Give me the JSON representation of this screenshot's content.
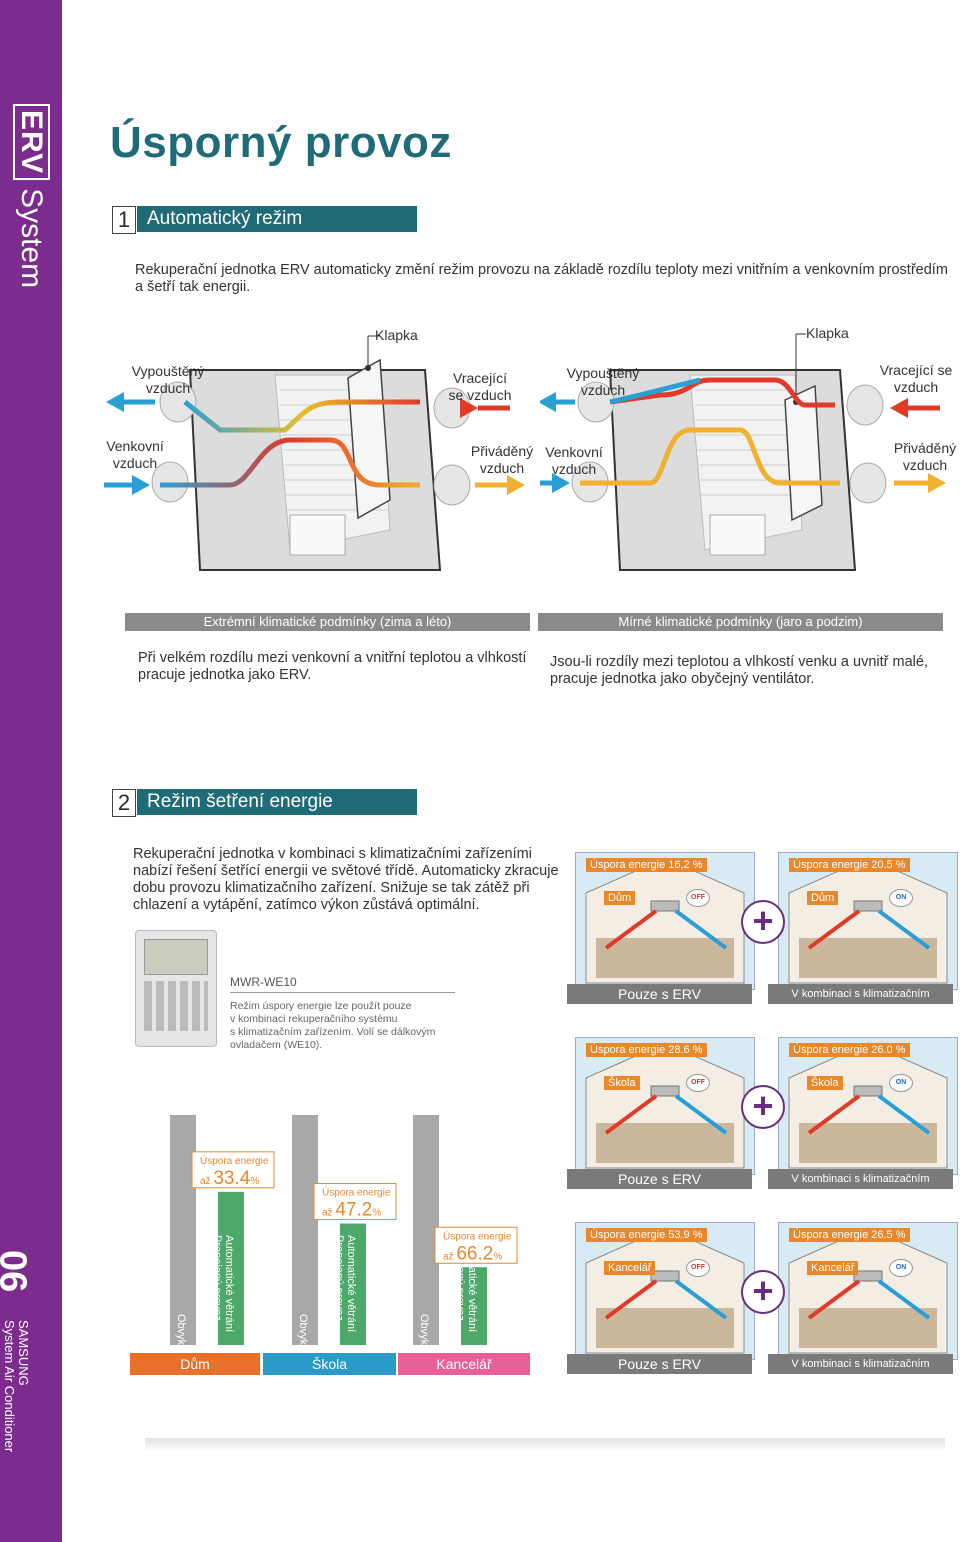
{
  "sidebar": {
    "logo": "ERV",
    "system": "System",
    "page_number": "06",
    "brand": "SAMSUNG",
    "tagline": "System Air Conditioner"
  },
  "page_title": "Úsporný provoz",
  "section1": {
    "number": "1",
    "title": "Automatický režim",
    "intro_line1": "Rekuperační jednotka ERV automaticky změní režim provozu na základě rozdílu teploty mezi vnitřním a venkovním prostředím",
    "intro_line2": "a šetří tak energii.",
    "diagram_left": {
      "klapka": "Klapka",
      "exhaust": [
        "Vypouštěný",
        "vzduch"
      ],
      "return": [
        "Vracející",
        "se vzduch"
      ],
      "outdoor": [
        "Venkovní",
        "vzduch"
      ],
      "supply": [
        "Přiváděný",
        "vzduch"
      ]
    },
    "diagram_right": {
      "klapka": "Klapka",
      "exhaust": [
        "Vypouštěný",
        "vzduch"
      ],
      "return": [
        "Vracející se",
        "vzduch"
      ],
      "outdoor": [
        "Venkovní",
        "vzduch"
      ],
      "supply": [
        "Přiváděný",
        "vzduch"
      ]
    },
    "condition_left": "Extrémní klimatické podmínky (zima a léto)",
    "condition_right": "Mírné klimatické podmínky (jaro a podzim)",
    "text_left": [
      "Při velkém rozdílu mezi venkovní a vnitřní teplotou a vlhkostí",
      "pracuje jednotka jako ERV."
    ],
    "text_right": [
      "Jsou-li rozdíly mezi teplotou a vlhkostí venku a uvnitř malé,",
      "pracuje jednotka jako obyčejný ventilátor."
    ]
  },
  "section2": {
    "number": "2",
    "title": "Režim šetření energie",
    "intro": [
      "Rekuperační jednotka v kombinaci s klimatizačními zařízeními",
      "nabízí řešení šetřící energii ve světové třídě. Automaticky zkracuje",
      "dobu provozu klimatizačního zařízení. Snižuje se tak zátěž při",
      "chlazení a vytápění, zatímco výkon zůstává optimální."
    ],
    "controller_model": "MWR-WE10",
    "controller_note": [
      "Režim úspory energie lze použít pouze",
      "v kombinaci rekuperačního systému",
      "s klimatizačním zařízením. Volí se dálkovým",
      "ovladačem (WE10)."
    ],
    "rows": [
      {
        "left": {
          "saving": "Úspora energie 16,2 %",
          "place": "Dům",
          "state": "OFF"
        },
        "right": {
          "saving": "Úspora energie 20.5 %",
          "place": "Dům",
          "state": "ON"
        },
        "caption_left": "Pouze s ERV",
        "caption_right": "V kombinaci s klimatizačním zařízením"
      },
      {
        "left": {
          "saving": "Úspora energie 28.6 %",
          "place": "Škola",
          "state": "OFF"
        },
        "right": {
          "saving": "Úspora energie 26.0 %",
          "place": "Škola",
          "state": "ON"
        },
        "caption_left": "Pouze s ERV",
        "caption_right": "V kombinaci s klimatizačním zařízením"
      },
      {
        "left": {
          "saving": "Úspora energie 53.9 %",
          "place": "Kancelář",
          "state": "OFF"
        },
        "right": {
          "saving": "Úspora energie 26.5 %",
          "place": "Kancelář",
          "state": "ON"
        },
        "caption_left": "Pouze s ERV",
        "caption_right": "V kombinaci s klimatizačním zařízením"
      }
    ],
    "plus": "+"
  },
  "chart_data": {
    "type": "bar",
    "categories": [
      "Dům",
      "Škola",
      "Kancelář"
    ],
    "series": [
      {
        "name": "Obvyklé",
        "values": [
          100,
          100,
          100
        ]
      },
      {
        "name": "Automatické větrání / Propojený provoz",
        "values": [
          66.6,
          52.8,
          33.8
        ]
      }
    ],
    "savings_labels": [
      {
        "prefix": "Úspora energie",
        "until": "až",
        "value": "33.4",
        "unit": "%"
      },
      {
        "prefix": "Úspora energie",
        "until": "až",
        "value": "47.2",
        "unit": "%"
      },
      {
        "prefix": "Úspora energie",
        "until": "až",
        "value": "66.2",
        "unit": "%"
      }
    ],
    "bar_label_grey": "Obvyklé",
    "bar_label_green_1": "Automatické větrání",
    "bar_label_green_2": "Propojený provoz",
    "category_colors": [
      "#e8702a",
      "#2a9ac8",
      "#e8609a"
    ]
  }
}
